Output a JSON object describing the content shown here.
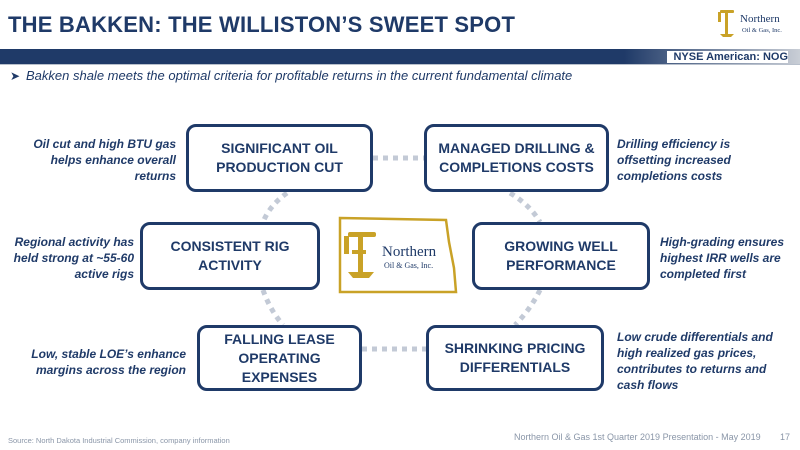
{
  "header": {
    "title": "THE BAKKEN: THE WILLISTON’S SWEET SPOT",
    "ticker": "NYSE American: NOG"
  },
  "logo": {
    "line1": "Northern",
    "line2": "Oil & Gas, Inc."
  },
  "subtitle": "Bakken shale meets the optimal criteria for profitable returns in the current fundamental climate",
  "boxes": [
    {
      "label": "SIGNIFICANT OIL PRODUCTION CUT"
    },
    {
      "label": "MANAGED DRILLING & COMPLETIONS COSTS"
    },
    {
      "label": "CONSISTENT RIG ACTIVITY"
    },
    {
      "label": "GROWING WELL PERFORMANCE"
    },
    {
      "label": "FALLING LEASE OPERATING EXPENSES"
    },
    {
      "label": "SHRINKING PRICING DIFFERENTIALS"
    }
  ],
  "notes": [
    {
      "text": "Oil cut and high BTU gas helps enhance overall returns"
    },
    {
      "text": "Drilling efficiency is offsetting increased completions costs"
    },
    {
      "text": "Regional activity has held strong at ~55-60 active rigs"
    },
    {
      "text": "High-grading ensures highest IRR wells are completed first"
    },
    {
      "text": "Low, stable LOE’s enhance margins across the region"
    },
    {
      "text": "Low crude differentials and high realized gas prices, contributes to returns and cash flows"
    }
  ],
  "center": {
    "line1": "Northern",
    "line2": "Oil & Gas, Inc."
  },
  "footer": {
    "source": "Source: North Dakota Industrial Commission, company information",
    "presentation": "Northern Oil & Gas 1st Quarter 2019 Presentation - May 2019",
    "page": "17"
  },
  "colors": {
    "navy": "#1f3a68",
    "gold": "#c9a227",
    "dots": "#c3cad6",
    "footer": "#8a96a8"
  }
}
